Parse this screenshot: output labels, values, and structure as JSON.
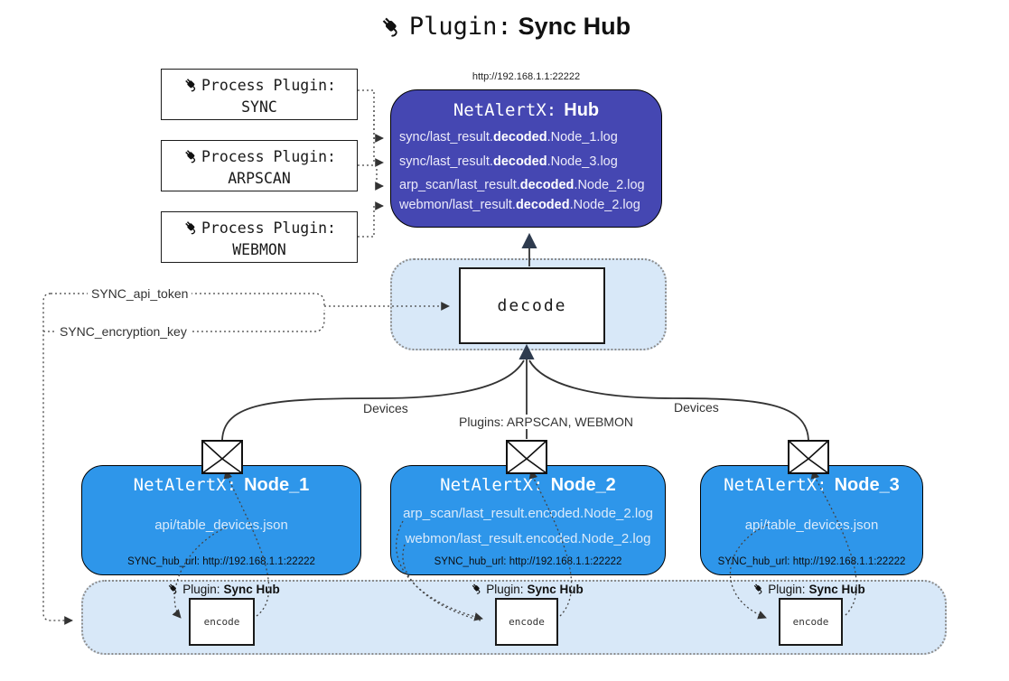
{
  "title": {
    "icon": "plug-icon",
    "prefix": "Plugin:",
    "name": "Sync Hub"
  },
  "process_plugins": [
    {
      "prefix": "Process Plugin:",
      "name": "SYNC"
    },
    {
      "prefix": "Process Plugin:",
      "name": "ARPSCAN"
    },
    {
      "prefix": "Process Plugin:",
      "name": "WEBMON"
    }
  ],
  "hub": {
    "url": "http://192.168.1.1:22222",
    "title_prefix": "NetAlertX:",
    "title_name": "Hub",
    "logs": [
      {
        "pre": "sync/last_result.",
        "bold": "decoded",
        "post": ".Node_1.log"
      },
      {
        "pre": "sync/last_result.",
        "bold": "decoded",
        "post": ".Node_3.log"
      },
      {
        "pre": "arp_scan/last_result.",
        "bold": "decoded",
        "post": ".Node_2.log"
      },
      {
        "pre": "webmon/last_result.",
        "bold": "decoded",
        "post": ".Node_2.log"
      }
    ]
  },
  "decode_panel": {
    "label": "decode"
  },
  "secrets": {
    "api_token": "SYNC_api_token",
    "encryption_key": "SYNC_encryption_key"
  },
  "edge_labels": {
    "devices_left": "Devices",
    "devices_right": "Devices",
    "plugins": "Plugins: ARPSCAN, WEBMON"
  },
  "nodes": [
    {
      "title_prefix": "NetAlertX:",
      "title_name": "Node_1",
      "files": [
        "api/table_devices.json"
      ],
      "hub_url": "SYNC_hub_url: http://192.168.1.1:22222"
    },
    {
      "title_prefix": "NetAlertX:",
      "title_name": "Node_2",
      "files": [
        "arp_scan/last_result.encoded.Node_2.log",
        "webmon/last_result.encoded.Node_2.log"
      ],
      "hub_url": "SYNC_hub_url: http://192.168.1.1:22222"
    },
    {
      "title_prefix": "NetAlertX:",
      "title_name": "Node_3",
      "files": [
        "api/table_devices.json"
      ],
      "hub_url": "SYNC_hub_url: http://192.168.1.1:22222"
    }
  ],
  "encode_strip": {
    "plugin_prefix": "Plugin:",
    "plugin_name": "Sync Hub",
    "encode_label": "encode"
  },
  "colors": {
    "hub_fill": "#4547b2",
    "node_fill": "#2e96ea",
    "panel_fill": "#d8e8f8",
    "line": "#333333",
    "hub_text": "#ffffff",
    "file_text": "#d9eafb",
    "border": "#1a1a1a"
  }
}
